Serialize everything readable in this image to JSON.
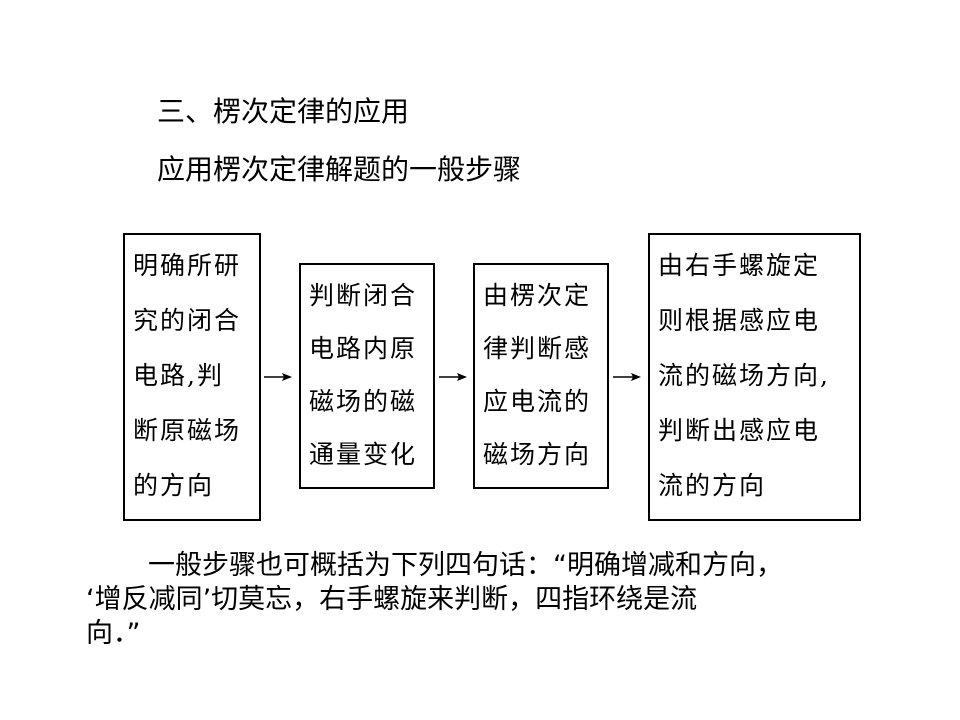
{
  "heading": "三、楞次定律的应用",
  "subheading": "应用楞次定律解题的一般步骤",
  "flow": {
    "steps": [
      {
        "lines": [
          "明确所研",
          "究的闭合",
          "电路,判",
          "断原磁场",
          "的方向"
        ]
      },
      {
        "lines": [
          "判断闭合",
          "电路内原",
          "磁场的磁",
          "通量变化"
        ]
      },
      {
        "lines": [
          "由楞次定",
          "律判断感",
          "应电流的",
          "磁场方向"
        ]
      },
      {
        "lines": [
          "由右手螺旋定",
          "则根据感应电",
          "流的磁场方向,",
          "判断出感应电",
          "流的方向"
        ]
      }
    ]
  },
  "summary": {
    "lines": [
      "一般步骤也可概括为下列四句话：“明确增减和方向，",
      "‘增反减同’切莫忘，右手螺旋来判断，四指环绕是流",
      "向．”"
    ]
  }
}
